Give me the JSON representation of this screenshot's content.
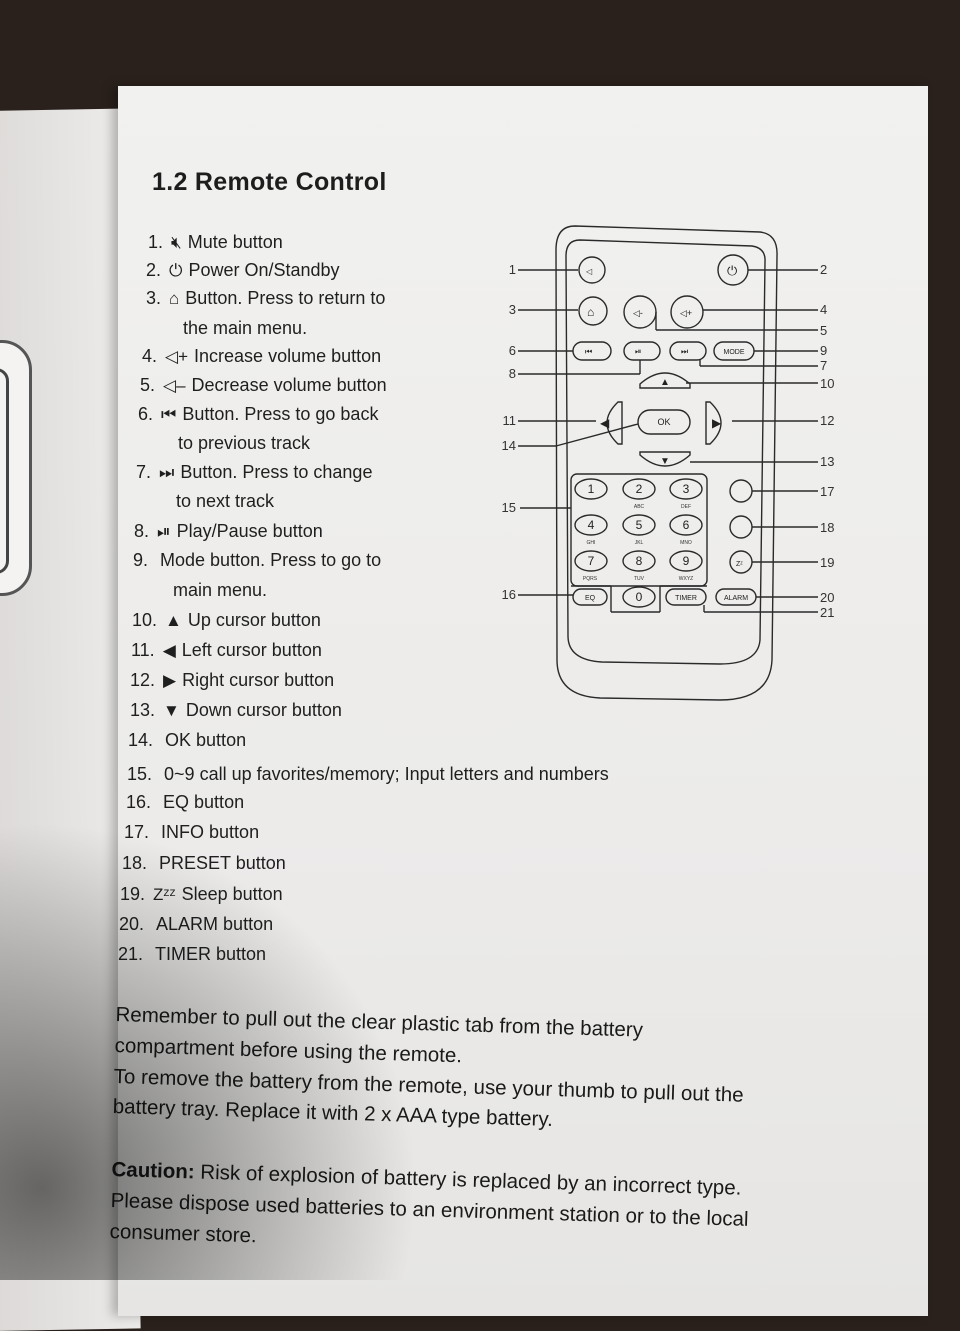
{
  "heading": "1.2 Remote Control",
  "items": [
    {
      "n": "1.",
      "icon": "mute-icon",
      "glyph": "🔇︎",
      "text": "Mute button"
    },
    {
      "n": "2.",
      "icon": "power-icon",
      "glyph": "⏻",
      "text": "Power On/Standby"
    },
    {
      "n": "3.",
      "icon": "home-icon",
      "glyph": "⌂",
      "text": "Button. Press to return to",
      "cont": "the main menu."
    },
    {
      "n": "4.",
      "icon": "volume-up-icon",
      "glyph": "◁+",
      "text": "Increase volume button"
    },
    {
      "n": "5.",
      "icon": "volume-down-icon",
      "glyph": "◁–",
      "text": "Decrease volume button"
    },
    {
      "n": "6.",
      "icon": "previous-track-icon",
      "glyph": "⏮",
      "text": "Button. Press to go back",
      "cont": "to previous track"
    },
    {
      "n": "7.",
      "icon": "next-track-icon",
      "glyph": "⏭",
      "text": "Button. Press to change",
      "cont": "to next track"
    },
    {
      "n": "8.",
      "icon": "play-pause-icon",
      "glyph": "⏯",
      "text": "Play/Pause button"
    },
    {
      "n": "9.",
      "icon": "",
      "glyph": "",
      "text": "Mode button. Press to go to",
      "cont": "main menu."
    },
    {
      "n": "10.",
      "icon": "up-arrow-icon",
      "glyph": "▲",
      "text": "Up cursor button"
    },
    {
      "n": "11.",
      "icon": "left-arrow-icon",
      "glyph": "◀",
      "text": "Left cursor button"
    },
    {
      "n": "12.",
      "icon": "right-arrow-icon",
      "glyph": "▶",
      "text": "Right cursor button"
    },
    {
      "n": "13.",
      "icon": "down-arrow-icon",
      "glyph": "▼",
      "text": "Down cursor button"
    },
    {
      "n": "14.",
      "icon": "",
      "glyph": "",
      "text": "OK button"
    },
    {
      "n": "15.",
      "icon": "",
      "glyph": "",
      "text": "0~9 call up favorites/memory; Input letters and numbers"
    },
    {
      "n": "16.",
      "icon": "",
      "glyph": "",
      "text": "EQ button"
    },
    {
      "n": "17.",
      "icon": "",
      "glyph": "",
      "text": "INFO button"
    },
    {
      "n": "18.",
      "icon": "",
      "glyph": "",
      "text": "PRESET button"
    },
    {
      "n": "19.",
      "icon": "sleep-icon",
      "glyph": "Zᶻᶻ",
      "text": "Sleep button"
    },
    {
      "n": "20.",
      "icon": "",
      "glyph": "",
      "text": "ALARM button"
    },
    {
      "n": "21.",
      "icon": "",
      "glyph": "",
      "text": "TIMER button"
    }
  ],
  "battery_note": {
    "line1": "Remember to pull out the clear plastic tab from the battery",
    "line2": "compartment before using the remote.",
    "line3": "To remove the battery from the remote, use your thumb to pull out the",
    "line4": "battery tray. Replace it with 2 x AAA type battery."
  },
  "caution": {
    "label": "Caution:",
    "line1": " Risk of explosion of battery is replaced by an incorrect type.",
    "line2": "Please dispose used batteries to an environment station or to the local",
    "line3": "consumer store."
  },
  "diagram": {
    "callouts_left": [
      "1",
      "3",
      "6",
      "8",
      "11",
      "14",
      "15",
      "16"
    ],
    "callouts_right": [
      "2",
      "4",
      "5",
      "9",
      "7",
      "10",
      "12",
      "13",
      "17",
      "18",
      "19",
      "20",
      "21"
    ],
    "buttons": {
      "mode": "MODE",
      "ok": "OK",
      "eq": "EQ",
      "timer": "TIMER",
      "alarm": "ALARM",
      "digits": [
        "1",
        "2",
        "3",
        "4",
        "5",
        "6",
        "7",
        "8",
        "9",
        "0"
      ],
      "letters": [
        "ABC",
        "DEF",
        "GHI",
        "JKL",
        "MNO",
        "PQRS",
        "TUV",
        "WXYZ"
      ]
    }
  }
}
